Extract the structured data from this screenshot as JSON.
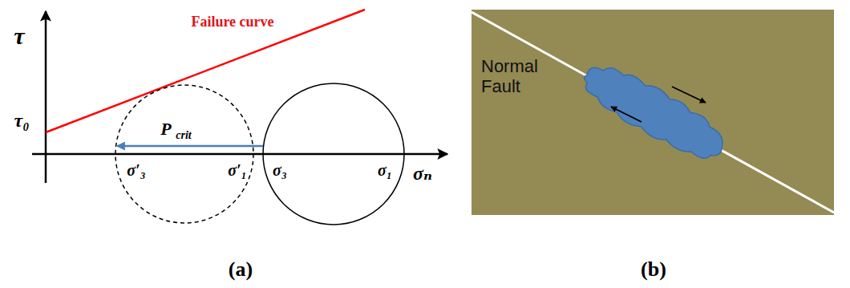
{
  "diagram": {
    "nodes": [
      {
        "text": [
          "Normal Fault"
        ]
      }
    ],
    "labels": [
      "Failure curve",
      "τ",
      "τ₀",
      "P",
      "crit",
      "σ′₃",
      "σ′₁",
      "σ₃",
      "σ₁",
      "σₙ",
      "(a)",
      "(b)"
    ]
  }
}
